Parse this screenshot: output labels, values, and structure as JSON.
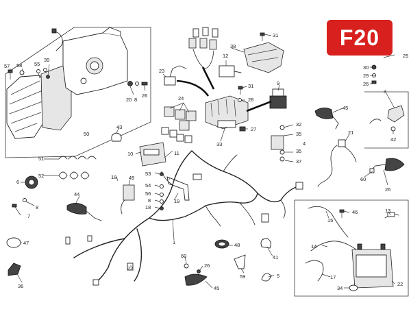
{
  "badge": {
    "code": "F20",
    "color": "#d8201e"
  },
  "callouts": {
    "n1": "1",
    "n3": "3",
    "n4": "4",
    "n5": "5",
    "n6": "6",
    "n7": "7",
    "n8a": "8",
    "n8b": "8",
    "n8c": "8",
    "n9": "9",
    "n10": "10",
    "n11": "11",
    "n12": "12",
    "n13": "13",
    "n14": "14",
    "n15": "15",
    "n17": "17",
    "n18a": "18",
    "n18b": "18",
    "n19": "19",
    "n20": "20",
    "n21": "21",
    "n22a": "22",
    "n22b": "22",
    "n23": "23",
    "n24": "24",
    "n25": "25",
    "n26a": "26",
    "n26b": "26",
    "n26c": "26",
    "n26d": "26",
    "n27": "27",
    "n28": "28",
    "n29": "29",
    "n30": "30",
    "n31a": "31",
    "n31b": "31",
    "n32": "32",
    "n33": "33",
    "n34": "34",
    "n35a": "35",
    "n35b": "35",
    "n36": "36",
    "n37": "37",
    "n38": "38",
    "n39": "39",
    "n41": "41",
    "n42": "42",
    "n43": "43",
    "n44": "44",
    "n45a": "45",
    "n45b": "45",
    "n46": "46",
    "n47": "47",
    "n48": "48",
    "n49": "49",
    "n50": "50",
    "n51": "51",
    "n52": "52",
    "n53": "53",
    "n54": "54",
    "n55": "55",
    "n56": "56",
    "n57": "57",
    "n58": "58",
    "n59": "59",
    "n60a": "60",
    "n60b": "60"
  }
}
